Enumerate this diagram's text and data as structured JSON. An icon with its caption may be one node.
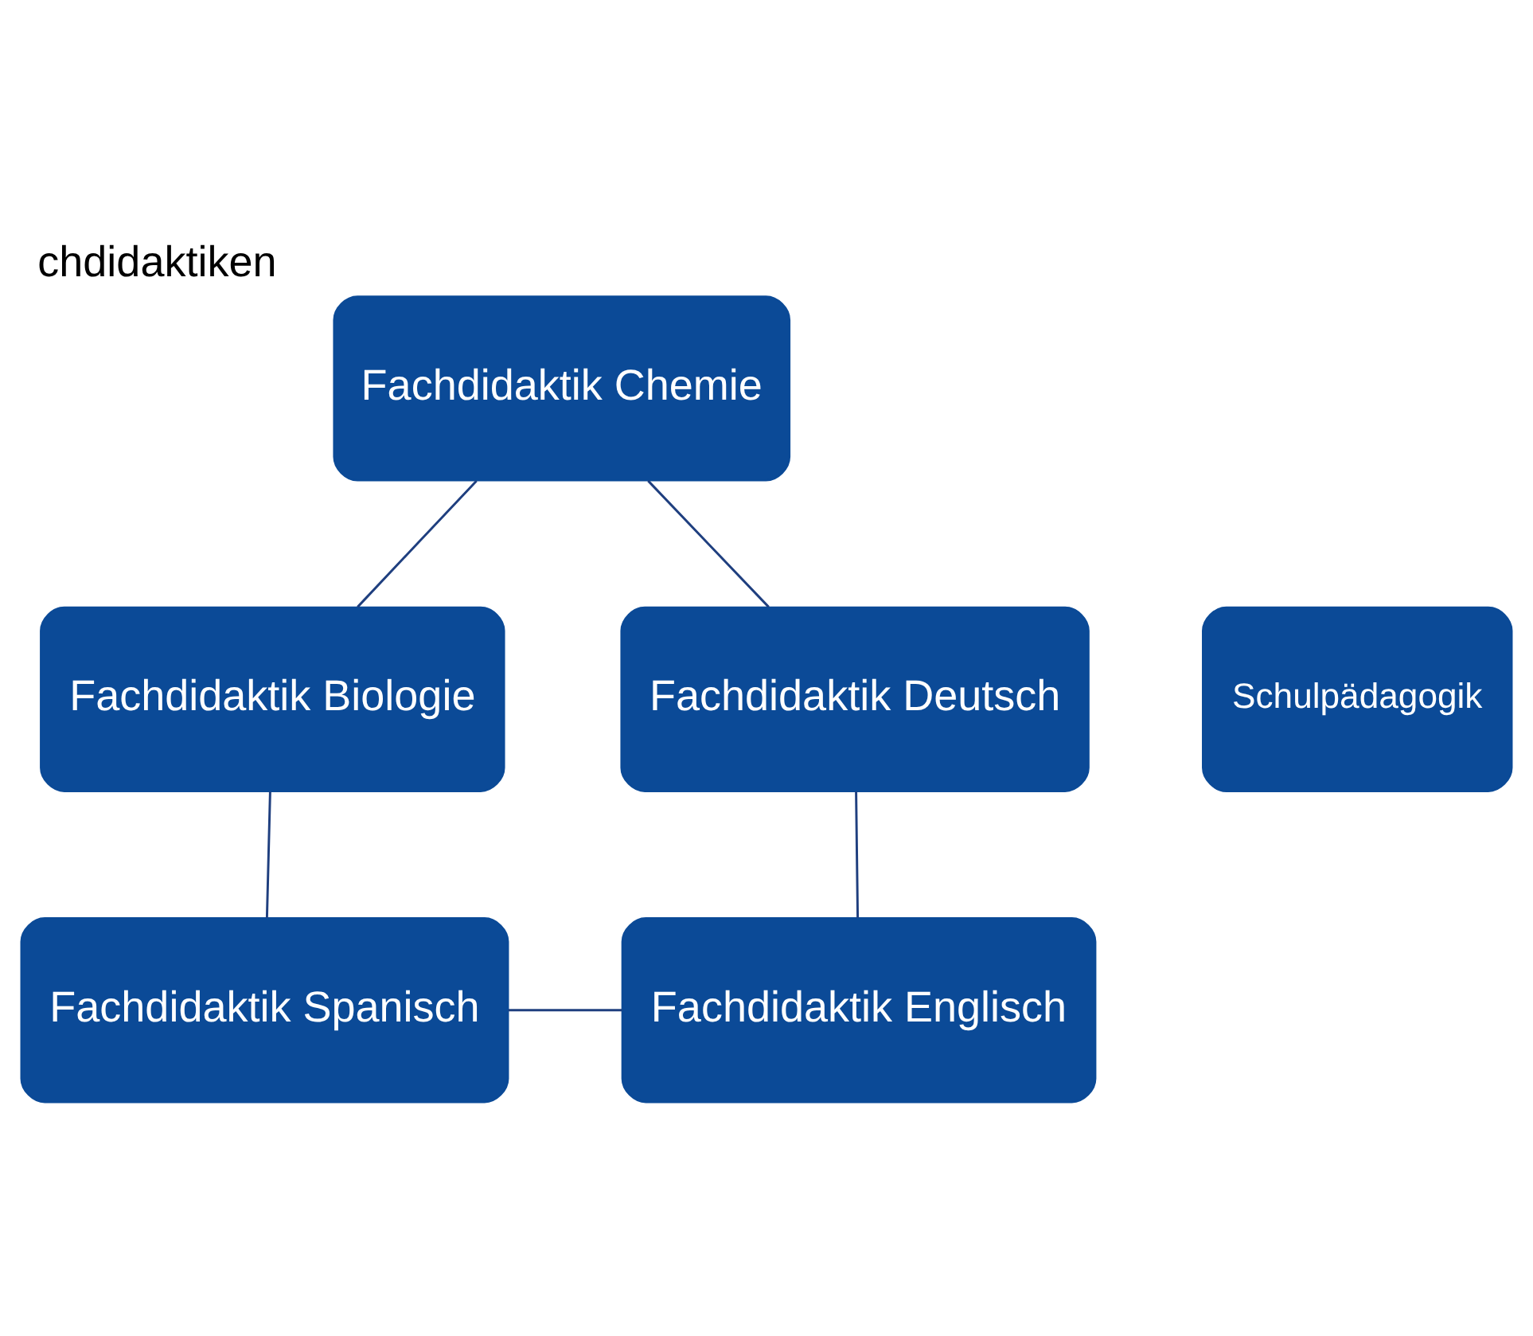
{
  "diagram": {
    "title": "chdidaktiken",
    "nodes": [
      {
        "text": [
          "Fachdidaktik Chemie"
        ]
      },
      {
        "text": [
          "Fachdidaktik Deutsch"
        ]
      },
      {
        "text": [
          "Schulpädagogik"
        ]
      },
      {
        "text": [
          "Fachdidaktik Biologie"
        ]
      },
      {
        "text": [
          "Fachdidaktik Englisch"
        ]
      },
      {
        "text": [
          "Fachdidaktik Spanisch"
        ]
      }
    ],
    "edges": [
      {
        "from": 0,
        "to": 3,
        "arrow": "none"
      },
      {
        "from": 3,
        "to": 5,
        "arrow": "none"
      },
      {
        "from": 5,
        "to": 4,
        "arrow": "none"
      },
      {
        "from": 4,
        "to": 1,
        "arrow": "none"
      },
      {
        "from": 1,
        "to": 0,
        "arrow": "none"
      }
    ]
  }
}
